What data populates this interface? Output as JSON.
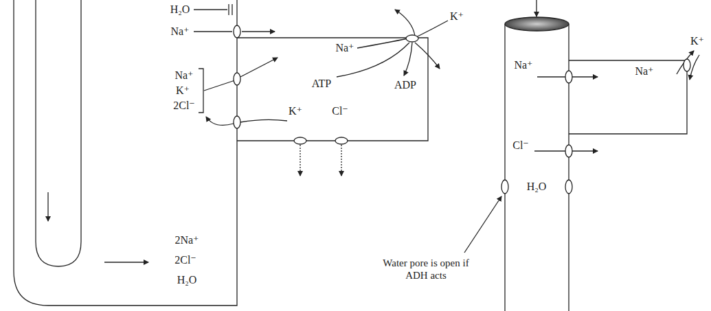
{
  "diagram": {
    "labels": [
      "H₂O",
      "Na⁺",
      "K⁺",
      "Na⁺",
      "ATP",
      "ADP",
      "Na⁺",
      "K⁺",
      "2Cl⁻",
      "K⁺",
      "Cl⁻",
      "2Na⁺",
      "2Cl⁻",
      "H₂O",
      "K⁺",
      "Na⁺",
      "Na⁺",
      "Cl⁻",
      "H₂O",
      "Water pore is open if ADH acts"
    ]
  }
}
